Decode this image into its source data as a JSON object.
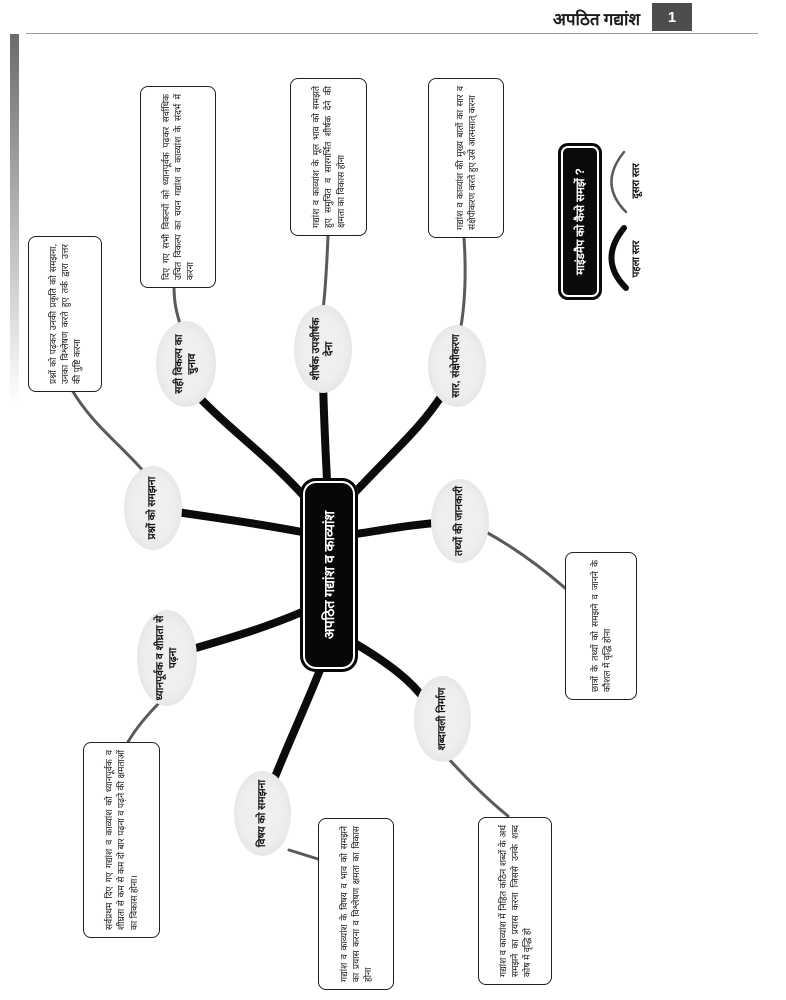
{
  "header": {
    "title": "अपठित गद्यांश",
    "page_number": "1"
  },
  "center": {
    "label": "अपठित गद्यांश व काव्यांश"
  },
  "legend": {
    "title": "माइंडमैप को कैसे समझें ?",
    "first_level": "पहला स्तर",
    "second_level": "दूसरा स्तर"
  },
  "branches": [
    {
      "label": "सही विकल्प का चुनाव",
      "detail": "दिए गए सभी विकल्पों को ध्यानपूर्वक पढ़कर सर्वाधिक उचित विकल्प का चयन गद्यांश व काव्यांश के संदर्भ में करना"
    },
    {
      "label": "शीर्षक उपशीर्षक देना",
      "detail": "गद्यांश व काव्यांश के मूल भाव को समझते हुए समुचित व सारगर्भित शीर्षक देने की क्षमता का विकास होना"
    },
    {
      "label": "सार, संक्षेपीकरण",
      "detail": "गद्यांश व काव्यांश की मुख्य बातों का सार व संक्षेपीकरण करते हुए उसे आत्मसात् करना"
    },
    {
      "label": "प्रश्नों को समझना",
      "detail": "प्रश्नों को पढ़कर उनकी प्रकृति को समझना, उनका विश्लेषण करते हुए तर्क द्वारा उत्तर की पुष्टि करना"
    },
    {
      "label": "तथ्यों की जानकारी",
      "detail": "छात्रों के तथ्यों को समझने व जानने के कौशल में वृद्धि होना"
    },
    {
      "label": "ध्यानपूर्वक व शीघ्रता से पढ़ना",
      "detail": "सर्वप्रथम दिए गए गद्यांश व काव्यांश को ध्यानपूर्वक व शीघ्रता से कम से कम दो बार पढ़ना व पढ़ने की क्षमताओं का विकास होना।"
    },
    {
      "label": "विषय को समझना",
      "detail": "गद्यांश व काव्यांश के विषय व भाव को समझने का प्रयास करना व विश्लेषण क्षमता का विकास होना"
    },
    {
      "label": "शब्दावली निर्माण",
      "detail": "गद्यांश व काव्यांश में निहित कठिन शब्दों के अर्थ समझने का प्रयास करना जिससे उनके शब्द कोष में वृद्धि हो"
    }
  ],
  "colors": {
    "line": "#0b0b0b",
    "sub_line": "#5a5a5a",
    "ellipse_fill": "#e4e4e4",
    "page_number_box": "#4d4d4d"
  }
}
